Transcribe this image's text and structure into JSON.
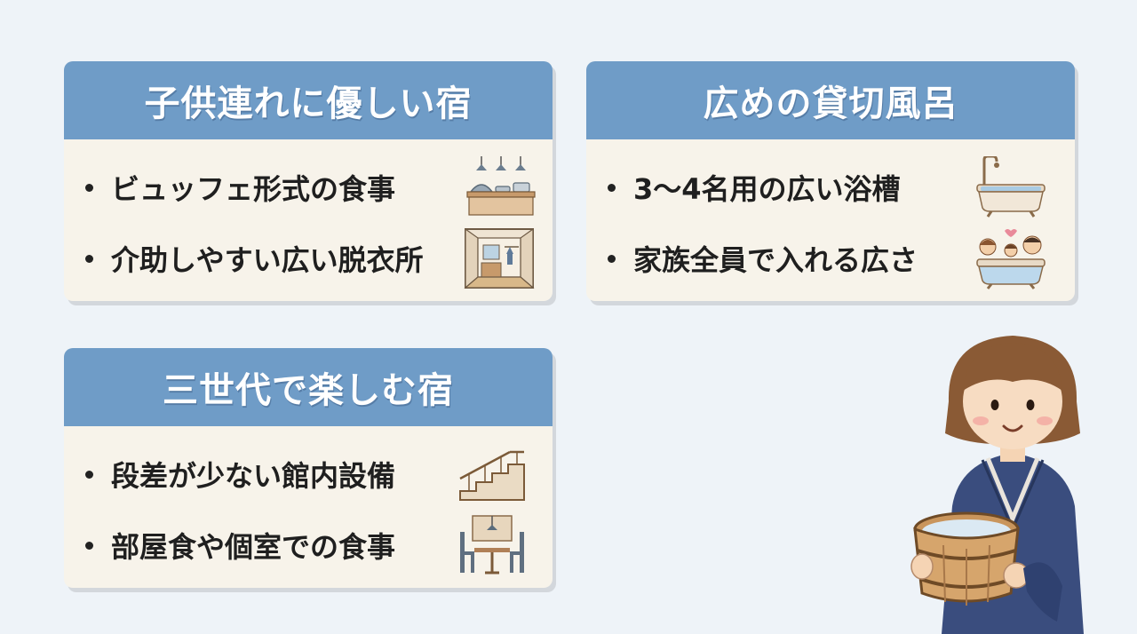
{
  "cards": [
    {
      "title": "子供連れに優しい宿",
      "items": [
        {
          "text": "ビュッフェ形式の食事",
          "icon": "buffet-icon"
        },
        {
          "text": "介助しやすい広い脱衣所",
          "icon": "dressing-room-icon"
        }
      ]
    },
    {
      "title": "広めの貸切風呂",
      "items": [
        {
          "text": "3～4名用の広い浴槽",
          "icon": "bathtub-icon"
        },
        {
          "text": "家族全員で入れる広さ",
          "icon": "family-bath-icon"
        }
      ]
    },
    {
      "title": "三世代で楽しむ宿",
      "items": [
        {
          "text": "段差が少ない館内設備",
          "icon": "stairs-icon"
        },
        {
          "text": "部屋食や個室での食事",
          "icon": "dining-table-icon"
        }
      ]
    }
  ],
  "colors": {
    "header": "#6f9cc7",
    "card": "#f7f3ea",
    "background": "#eef3f8"
  }
}
